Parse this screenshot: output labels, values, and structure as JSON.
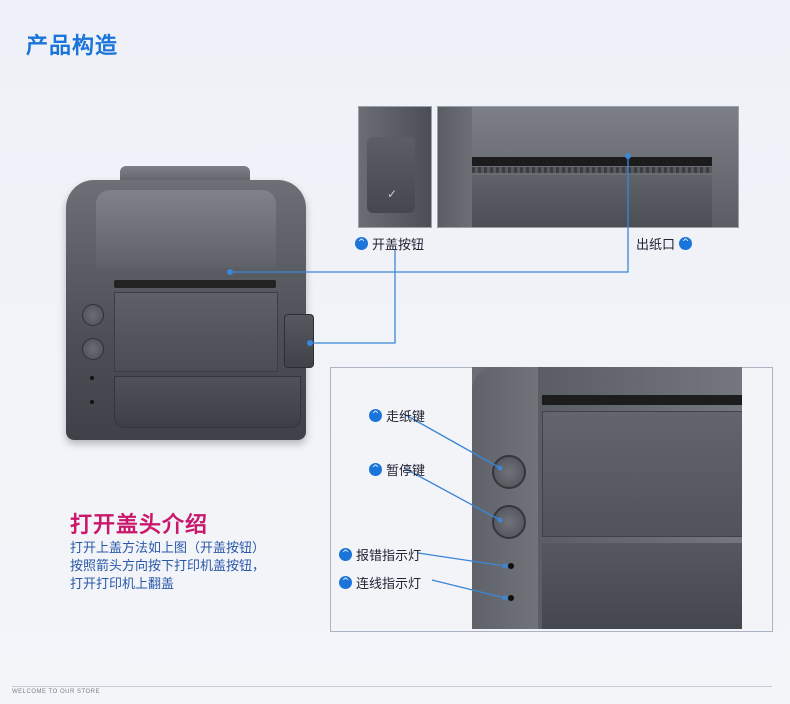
{
  "page_title": "产品构造",
  "callouts": {
    "open_button": "开盖按钮",
    "paper_exit": "出纸口",
    "feed_key": "走纸键",
    "pause_key": "暂停键",
    "error_light": "报错指示灯",
    "online_light": "连线指示灯"
  },
  "section": {
    "title": "打开盖头介绍",
    "lines": [
      "打开上盖方法如上图（开盖按钮）",
      "按照箭头方向按下打印机盖按钮，",
      "打开打印机上翻盖"
    ]
  },
  "footer": "WELCOME TO OUR STORE",
  "colors": {
    "accent_blue": "#1a74d9",
    "title_magenta": "#c9186b",
    "line_blue": "#3b86d6"
  },
  "icons": {
    "callout": "chevron-up-circle-icon"
  }
}
